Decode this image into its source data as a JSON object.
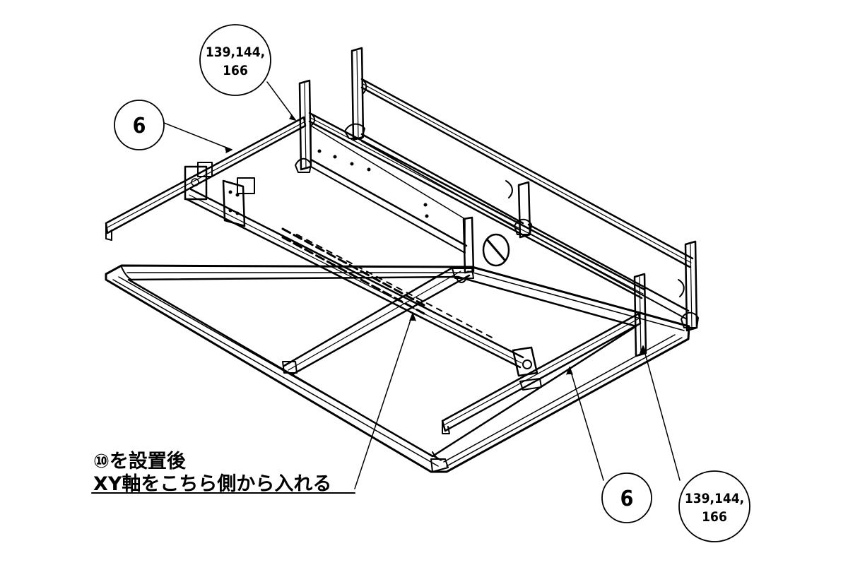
{
  "balloons": {
    "part_6_left": "6",
    "part_139_upper_line1": "139,144,",
    "part_139_upper_line2": "166",
    "part_6_right": "6",
    "part_139_lower_line1": "139,144,",
    "part_139_lower_line2": "166"
  },
  "note": {
    "line1": "⑩を設置後",
    "line2": "XY軸をこちら側から入れる"
  },
  "colors": {
    "ink": "#000000",
    "paper": "#ffffff"
  }
}
